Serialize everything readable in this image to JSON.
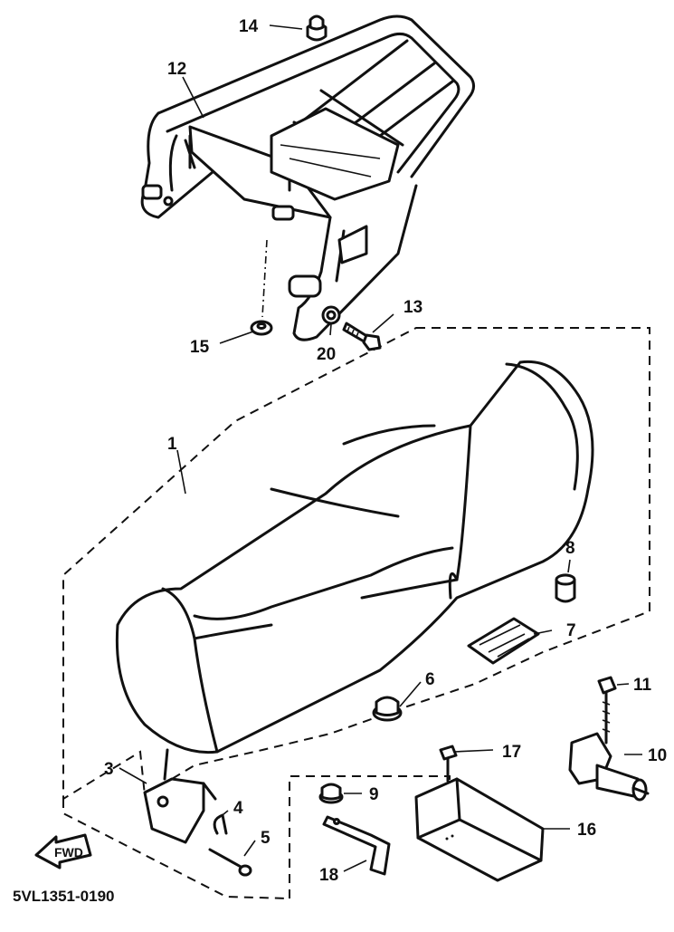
{
  "diagram_code": "5VL1351-0190",
  "fwd_label": "FWD",
  "callouts": {
    "c1": "1",
    "c3": "3",
    "c4": "4",
    "c5": "5",
    "c6": "6",
    "c7": "7",
    "c8": "8",
    "c9": "9",
    "c10": "10",
    "c11": "11",
    "c12": "12",
    "c13": "13",
    "c14": "14",
    "c15": "15",
    "c16": "16",
    "c17": "17",
    "c18": "18",
    "c20": "20"
  }
}
